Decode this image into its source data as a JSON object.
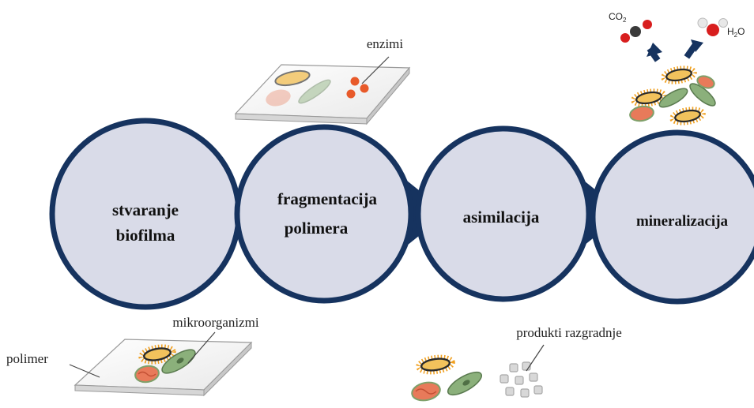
{
  "stages": [
    {
      "lines": [
        "stvaranje",
        "biofilma"
      ]
    },
    {
      "lines": [
        "fragmentacija",
        "polimera"
      ]
    },
    {
      "lines": [
        "asimilacija"
      ]
    },
    {
      "lines": [
        "mineralizacija"
      ]
    }
  ],
  "annotations": {
    "enzymes": "enzimi",
    "microorganisms": "mikroorganizmi",
    "polymer": "polimer",
    "degradation_products": "produkti razgradnje"
  },
  "molecules": {
    "co2": {
      "base": "CO",
      "sub": "2"
    },
    "h2o": {
      "base": "H",
      "sub": "2",
      "tail": "O"
    }
  },
  "colors": {
    "stage_fill": "#d9dbe8",
    "stage_border": "#16335f",
    "arrow": "#16335f",
    "bacterium_body": "#f2c25c",
    "bacterium_border": "#2a2a2a",
    "bacterium_hair": "#f0a020",
    "cell_red": "#e87a5a",
    "cell_green": "#8bb07b",
    "enzyme": "#e85a2a",
    "product": "#c6c6c6",
    "carbon": "#3a3a3a",
    "oxygen": "#d81e1e",
    "hydrogen": "#e8e8e8"
  },
  "icons": [
    "polymer-sheet",
    "bacterium",
    "green-microbe",
    "red-microbe",
    "enzyme",
    "degradation-product",
    "co2-molecule",
    "h2o-molecule",
    "up-arrow"
  ]
}
